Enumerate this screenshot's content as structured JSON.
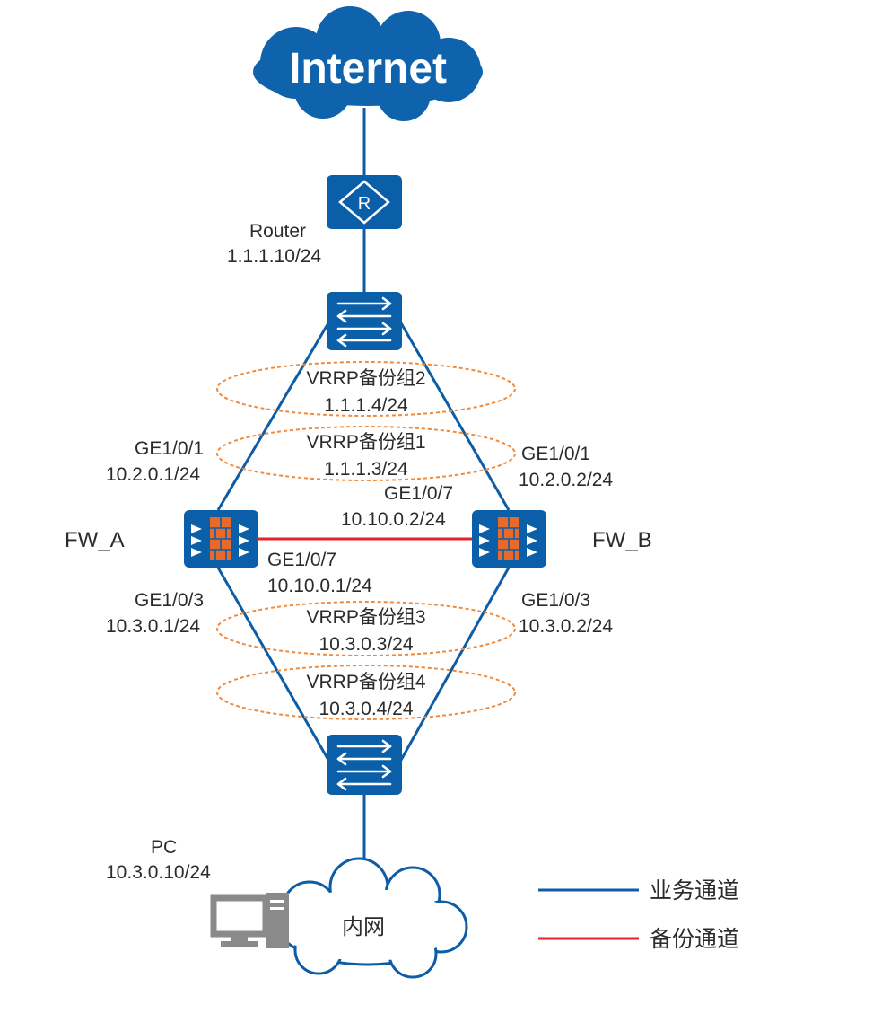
{
  "internet_cloud": {
    "label": "Internet"
  },
  "intranet_cloud": {
    "label": "内网"
  },
  "router": {
    "name": "Router",
    "ip": "1.1.1.10/24",
    "glyph": "R"
  },
  "fw_a": {
    "name": "FW_A"
  },
  "fw_b": {
    "name": "FW_B"
  },
  "interfaces": {
    "fw_a_up_if": "GE1/0/1",
    "fw_a_up_ip": "10.2.0.1/24",
    "fw_b_up_if": "GE1/0/1",
    "fw_b_up_ip": "10.2.0.2/24",
    "fw_b_hb_if": "GE1/0/7",
    "fw_b_hb_ip": "10.10.0.2/24",
    "fw_a_hb_if": "GE1/0/7",
    "fw_a_hb_ip": "10.10.0.1/24",
    "fw_a_down_if": "GE1/0/3",
    "fw_a_down_ip": "10.3.0.1/24",
    "fw_b_down_if": "GE1/0/3",
    "fw_b_down_ip": "10.3.0.2/24"
  },
  "vrrp": {
    "g2_name": "VRRP备份组2",
    "g2_ip": "1.1.1.4/24",
    "g1_name": "VRRP备份组1",
    "g1_ip": "1.1.1.3/24",
    "g3_name": "VRRP备份组3",
    "g3_ip": "10.3.0.3/24",
    "g4_name": "VRRP备份组4",
    "g4_ip": "10.3.0.4/24"
  },
  "pc": {
    "name": "PC",
    "ip": "10.3.0.10/24"
  },
  "legend": {
    "business_label": "业务通道",
    "backup_label": "备份通道"
  },
  "colors": {
    "device_blue": "#0a5fa8",
    "cloud_blue": "#0f63ad",
    "link_blue": "#0c5ca6",
    "link_red": "#e8202a",
    "vrrp_orange": "#f08a3c",
    "firewall_brick": "#e8692a",
    "pc_gray": "#8a8a8a"
  }
}
